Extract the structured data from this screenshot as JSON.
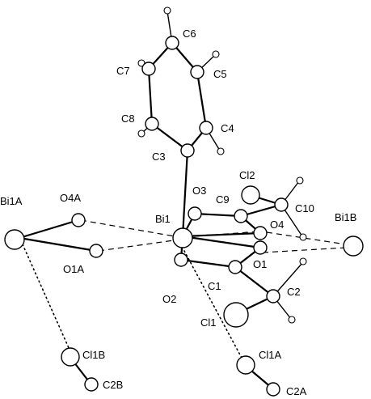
{
  "atom_labels": {
    "C6": "C6",
    "C7": "C7",
    "C5": "C5",
    "C8": "C8",
    "C4": "C4",
    "C3": "C3",
    "Cl2": "Cl2",
    "O3": "O3",
    "C9": "C9",
    "C10": "C10",
    "Bi1A": "Bi1A",
    "O4A": "O4A",
    "Bi1": "Bi1",
    "O4": "O4",
    "Bi1B": "Bi1B",
    "O1A": "O1A",
    "O1": "O1",
    "C1": "C1",
    "C2": "C2",
    "O2": "O2",
    "Cl1": "Cl1",
    "Cl1B": "Cl1B",
    "C2B": "C2B",
    "Cl1A": "Cl1A",
    "C2A": "C2A"
  }
}
